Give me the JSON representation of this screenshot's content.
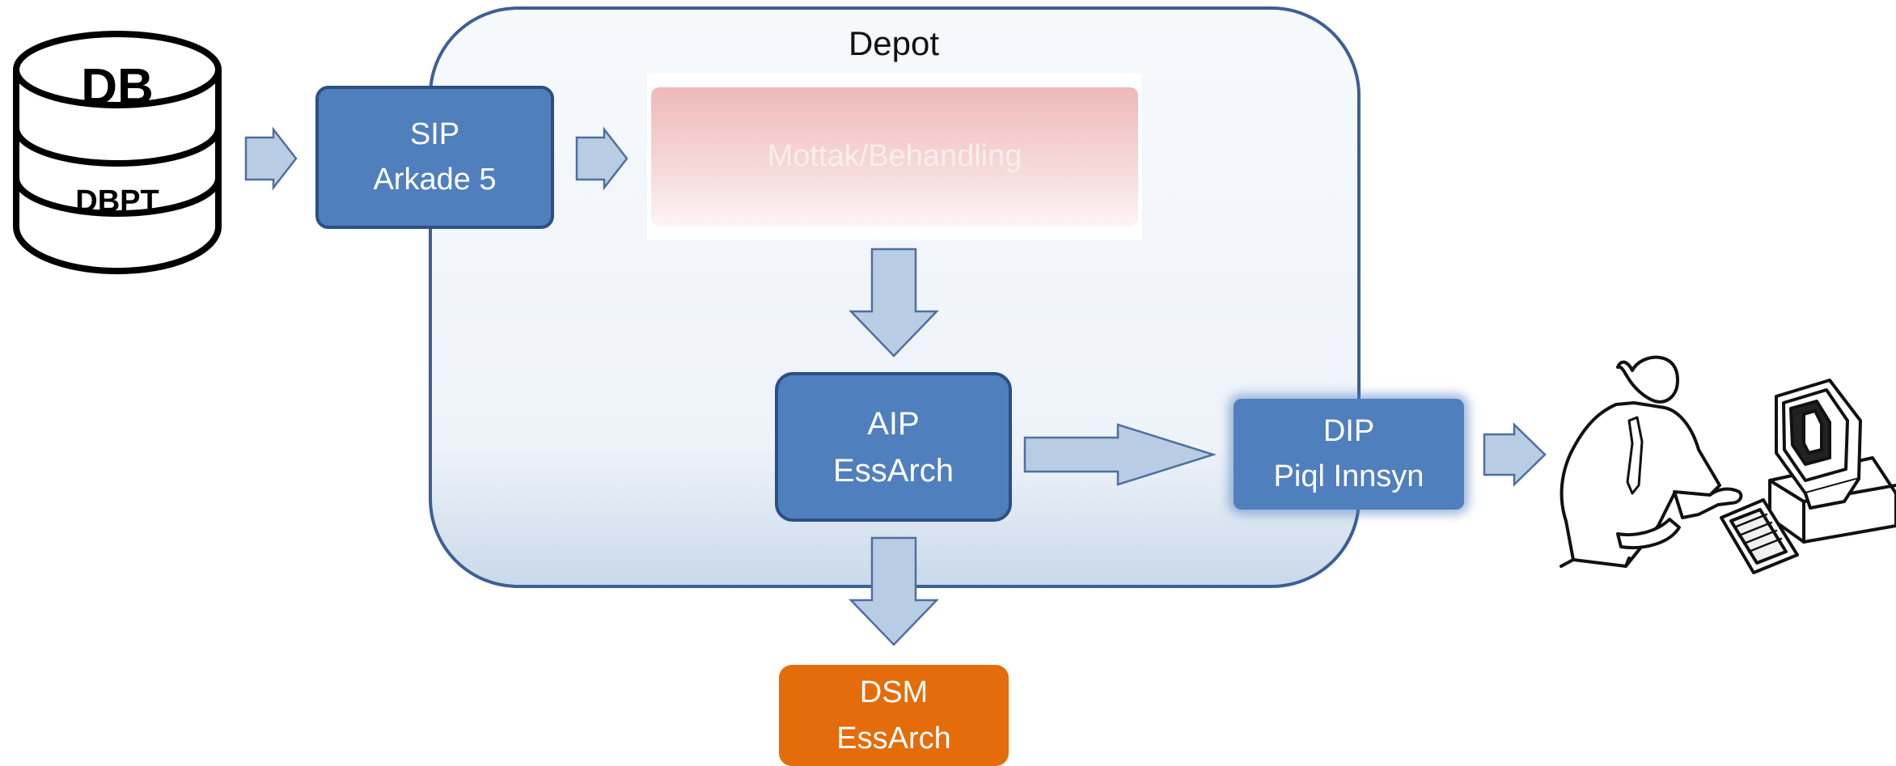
{
  "depot": {
    "title": "Depot"
  },
  "database": {
    "label": "DB",
    "sublabel": "DBPT"
  },
  "sip": {
    "line1": "SIP",
    "line2": "Arkade 5"
  },
  "mottak": {
    "label": "Mottak/Behandling"
  },
  "aip": {
    "line1": "AIP",
    "line2": "EssArch"
  },
  "dip": {
    "line1": "DIP",
    "line2": "Piql Innsyn"
  },
  "dsm": {
    "line1": "DSM",
    "line2": "EssArch"
  },
  "icons": {
    "database": "database-cylinder-icon",
    "user": "person-at-computer-icon"
  },
  "colors": {
    "box_blue": "#4f7fbd",
    "box_border": "#2c5082",
    "arrow_fill": "#b8cce4",
    "arrow_stroke": "#4f6f9f",
    "depot_border": "#3d5f94",
    "dsm_orange": "#e46c0a",
    "mottak_pink": "#efb9b9"
  }
}
